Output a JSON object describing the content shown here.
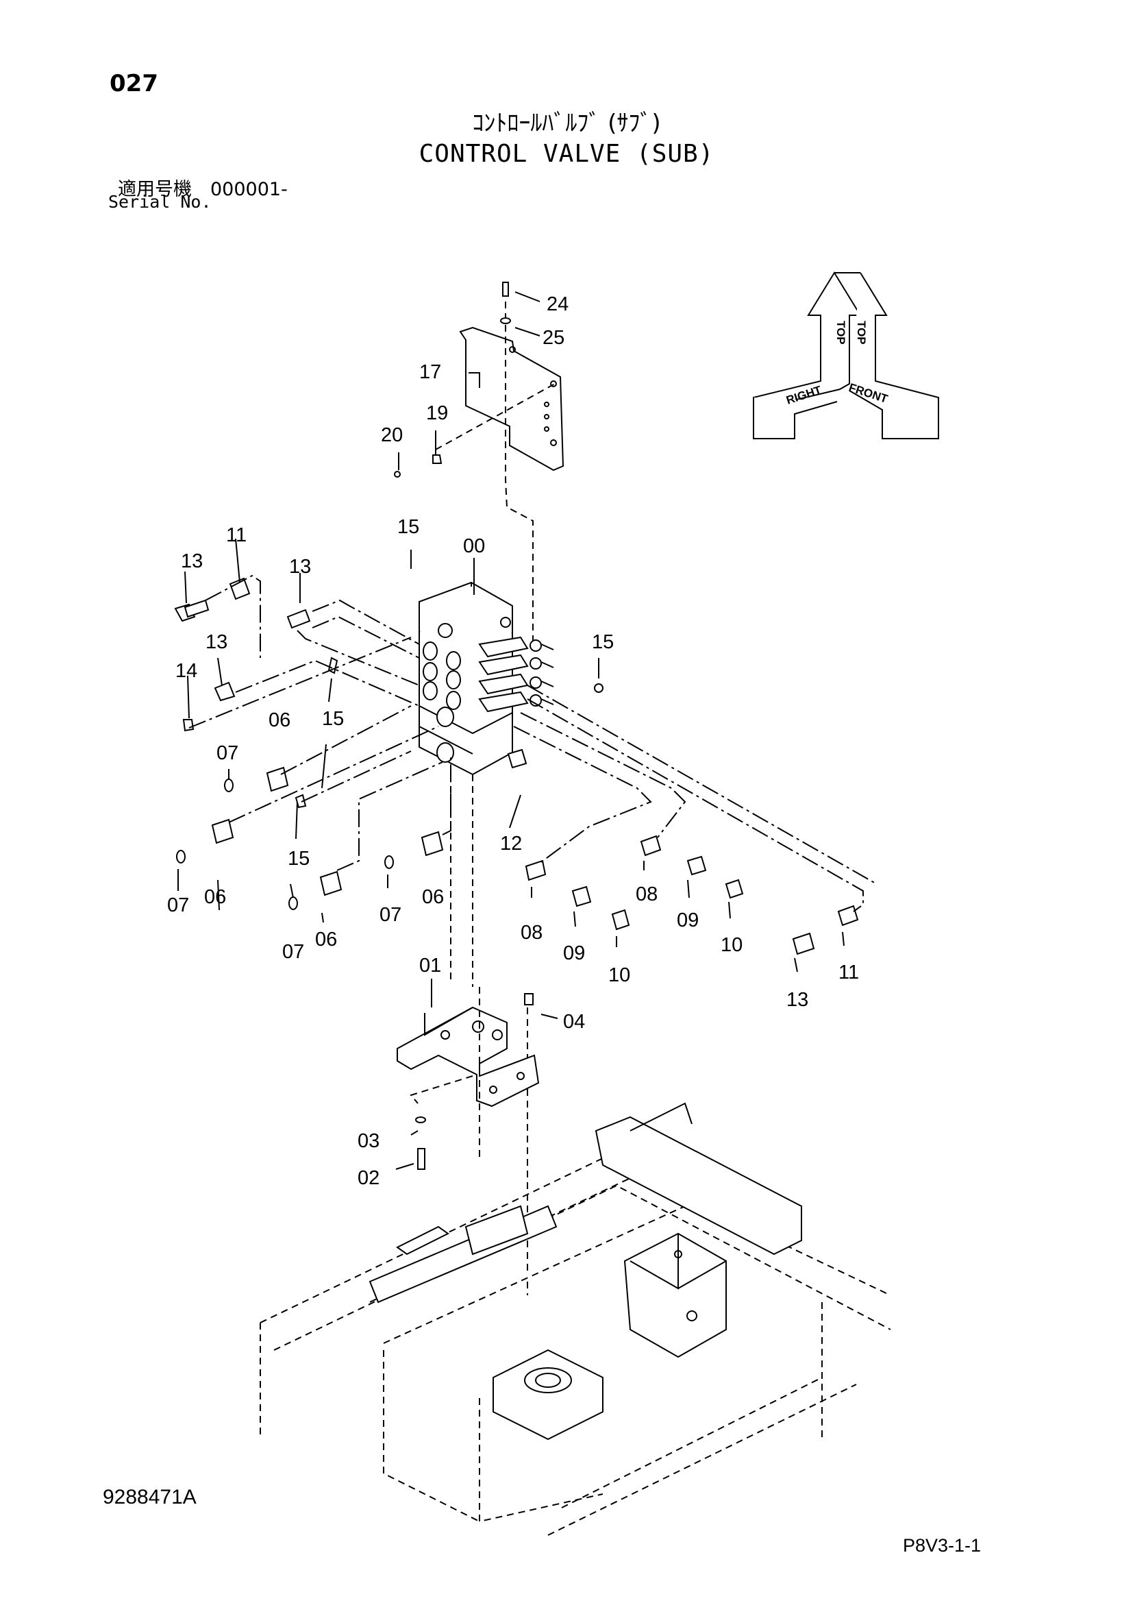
{
  "header": {
    "page_number": "027",
    "title_jp": "ｺﾝﾄﾛｰﾙﾊﾞﾙﾌﾞ (ｻﾌﾞ)",
    "title_en": "CONTROL VALVE (SUB)",
    "serial_jp": "適用号機　000001-",
    "serial_en": "Serial No."
  },
  "footer": {
    "doc_number": "9288471A",
    "page_code": "P8V3-1-1"
  },
  "orientation": {
    "top": "TOP",
    "right": "RIGHT",
    "front": "FRONT"
  },
  "part_labels": [
    "24",
    "25",
    "17",
    "19",
    "20",
    "15",
    "00",
    "11",
    "13",
    "13",
    "13",
    "14",
    "15",
    "15",
    "06",
    "07",
    "07",
    "06",
    "15",
    "12",
    "06",
    "07",
    "07",
    "06",
    "08",
    "09",
    "10",
    "08",
    "09",
    "10",
    "13",
    "11",
    "01",
    "04",
    "03",
    "02"
  ]
}
